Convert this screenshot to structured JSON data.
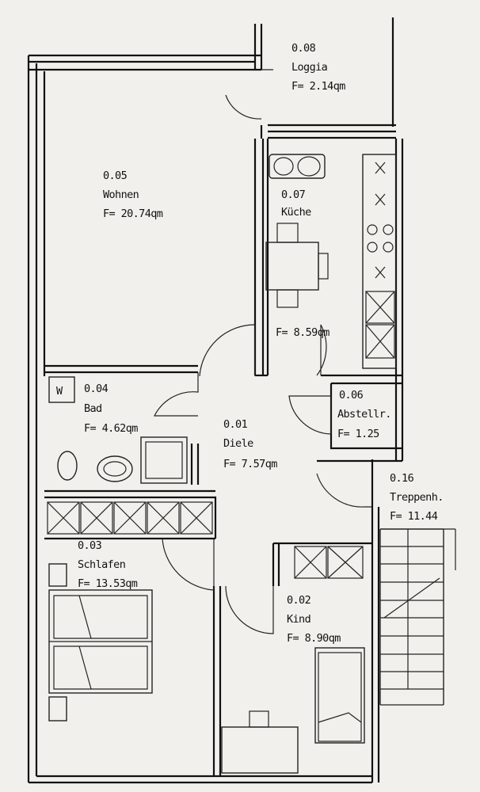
{
  "rooms": [
    {
      "id": "0.05",
      "name": "Wohnen",
      "area": "F= 20.74qm"
    },
    {
      "id": "0.07",
      "name": "Küche",
      "area": "F= 8.59qm"
    },
    {
      "id": "0.08",
      "name": "Loggia",
      "area": "F= 2.14qm"
    },
    {
      "id": "0.04",
      "name": "Bad",
      "area": "F= 4.62qm"
    },
    {
      "id": "0.06",
      "name": "Abstellr.",
      "area": "F= 1.25"
    },
    {
      "id": "0.01",
      "name": "Diele",
      "area": "F= 7.57qm"
    },
    {
      "id": "0.16",
      "name": "Treppenh.",
      "area": "F= 11.44"
    },
    {
      "id": "0.03",
      "name": "Schlafen",
      "area": "F= 13.53qm"
    },
    {
      "id": "0.02",
      "name": "Kind",
      "area": "F= 8.90qm"
    }
  ],
  "fixtures": {
    "washer_symbol": "W"
  }
}
